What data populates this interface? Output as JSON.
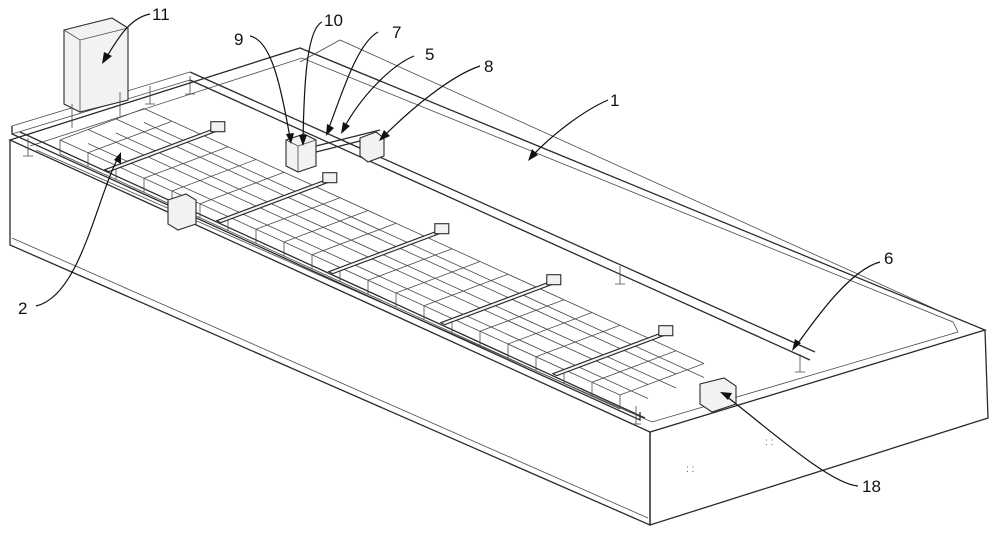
{
  "figure": {
    "labels": {
      "l1": "1",
      "l2": "2",
      "l5": "5",
      "l6": "6",
      "l7": "7",
      "l8": "8",
      "l9": "9",
      "l10": "10",
      "l11": "11",
      "l18": "18"
    }
  }
}
